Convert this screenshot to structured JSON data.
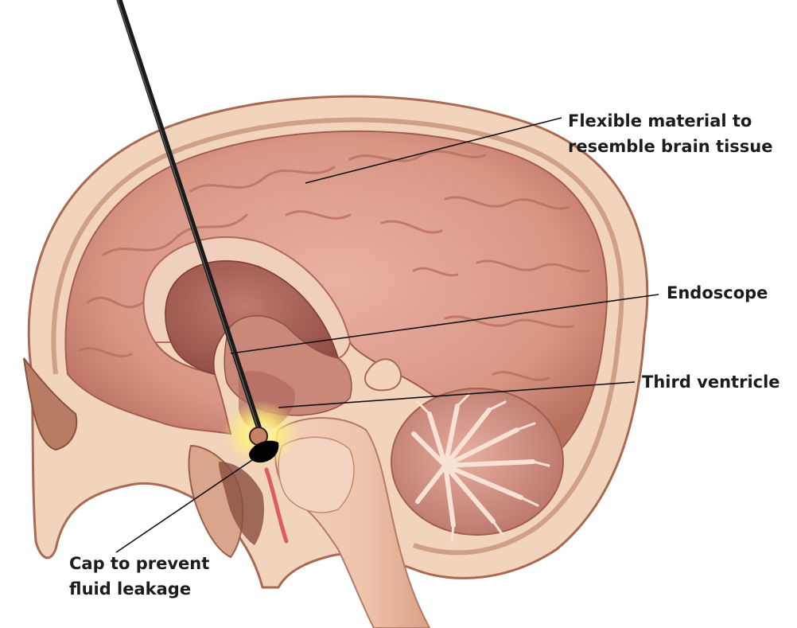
{
  "labels": {
    "flexible_material": {
      "line1": "Flexible material to",
      "line2": "resemble brain tissue"
    },
    "endoscope": "Endoscope",
    "third_ventricle": "Third ventricle",
    "cap": {
      "line1": "Cap to prevent",
      "line2": "fluid leakage"
    }
  },
  "colors": {
    "skull": "#f2d3bb",
    "skull_edge": "#a86a52",
    "cortex": "#d99888",
    "cortex_dark": "#a45d4e",
    "ventricle": "#a45f54",
    "cerebellum": "#d9968a",
    "brainstem": "#f1c9b2",
    "endoscope": "#1a1a1a",
    "glow": "#fff27a",
    "leader_line": "#111111",
    "label_text": "#1c1c1c"
  }
}
